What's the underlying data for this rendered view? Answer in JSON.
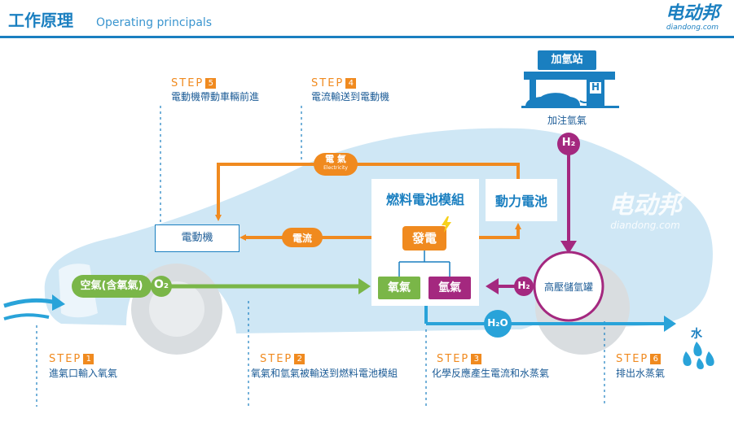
{
  "header": {
    "title_zh": "工作原理",
    "title_en": "Operating principals",
    "logo_main": "电动邦",
    "logo_sub": "diandong.com"
  },
  "station": {
    "sign": "加氫站",
    "letter": "H",
    "caption": "加注氫氣"
  },
  "steps": [
    {
      "word": "STEP",
      "num": "1",
      "desc": "進氣口輸入氧氣"
    },
    {
      "word": "STEP",
      "num": "2",
      "desc": "氧氣和氫氣被輸送到燃料電池模組"
    },
    {
      "word": "STEP",
      "num": "3",
      "desc": "化學反應產生電流和水蒸氣"
    },
    {
      "word": "STEP",
      "num": "4",
      "desc": "電流輸送到電動機"
    },
    {
      "word": "STEP",
      "num": "5",
      "desc": "電動機帶動車輛前進"
    },
    {
      "word": "STEP",
      "num": "6",
      "desc": "排出水蒸氣"
    }
  ],
  "labels": {
    "electricity_zh": "電 氣",
    "electricity_en": "Electricity",
    "fuel_cell_title": "燃料電池模組",
    "power_battery": "動力電池",
    "generate": "發電",
    "motor": "電動機",
    "current": "電流",
    "oxygen": "氧氣",
    "hydrogen": "氫氣",
    "air": "空氣(含氧氣)",
    "o2": "O₂",
    "h2_top": "H₂",
    "h2_tank": "H₂",
    "tank": "高壓儲氫罐",
    "h2o": "H₂O",
    "water": "水"
  },
  "watermark": {
    "main": "电动邦",
    "sub": "diandong.com"
  },
  "colors": {
    "brand_blue": "#1a7fc0",
    "orange": "#f08a1f",
    "green": "#7ab648",
    "magenta": "#a4287f",
    "cyan": "#29a3d9",
    "car_body": "#cfe7f5"
  }
}
